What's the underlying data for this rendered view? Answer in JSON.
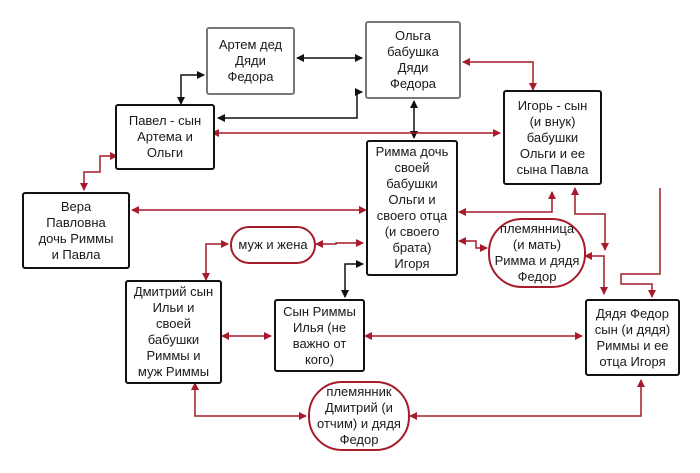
{
  "colors": {
    "black": "#111111",
    "gray": "#777777",
    "red": "#a61c2c"
  },
  "nodes": {
    "artem": "Артем дед\nДяди\nФедора",
    "olga": "Ольга\nбабушка\nДяди\nФедора",
    "pavel": "Павел - сын\nАртема и\nОльги",
    "igor": "Игорь - сын\n(и внук)\nбабушки\nОльги и ее\nсына Павла",
    "rimma": "Римма дочь\nсвоей\nбабушки\nОльги и\nсвоего отца\n(и своего\nбрата)\nИгоря",
    "vera": "Вера\nПавловна\nдочь Риммы\nи Павла",
    "husband_wife": "муж и жена",
    "niece": "племянница\n(и мать)\nРимма и дядя\nФедор",
    "dmitry": "Дмитрий сын\nИльи и\nсвоей\nбабушки\nРиммы и\nмуж Риммы",
    "ilya": "Сын Риммы\nИлья (не\nважно от\nкого)",
    "fedor": "Дядя Федор\nсын (и дядя)\nРиммы и ее\nотца Игоря",
    "nephew": "племянник\nДмитрий (и\nотчим) и дядя\nФедор"
  }
}
